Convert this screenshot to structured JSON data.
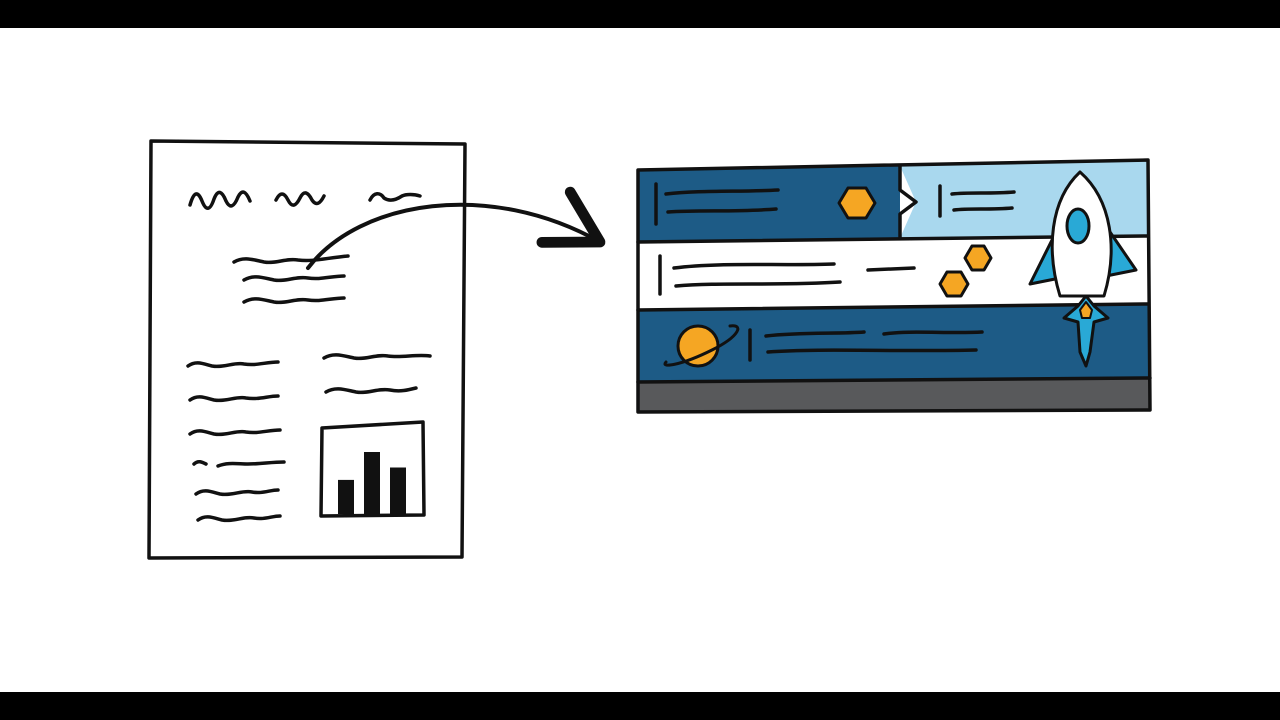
{
  "colors": {
    "background": "#ffffff",
    "letterbox": "#000000",
    "ink": "#111111",
    "panel_dark_blue": "#1d5b86",
    "panel_light_blue": "#a9d8ee",
    "panel_white": "#ffffff",
    "panel_gray": "#58595b",
    "accent_orange": "#f5a623",
    "rocket_cyan": "#29a9d6"
  },
  "illustration": {
    "document_icon": "paper-document-with-text-and-bar-chart",
    "arrow_icon": "curved-arrow-right",
    "web_page_icon": "web-page-banner",
    "decor_icons": [
      "hexagon-icon",
      "planet-icon",
      "rocket-icon"
    ]
  },
  "mini_chart": {
    "type": "bar",
    "values": [
      0.55,
      1.0,
      0.75
    ]
  }
}
